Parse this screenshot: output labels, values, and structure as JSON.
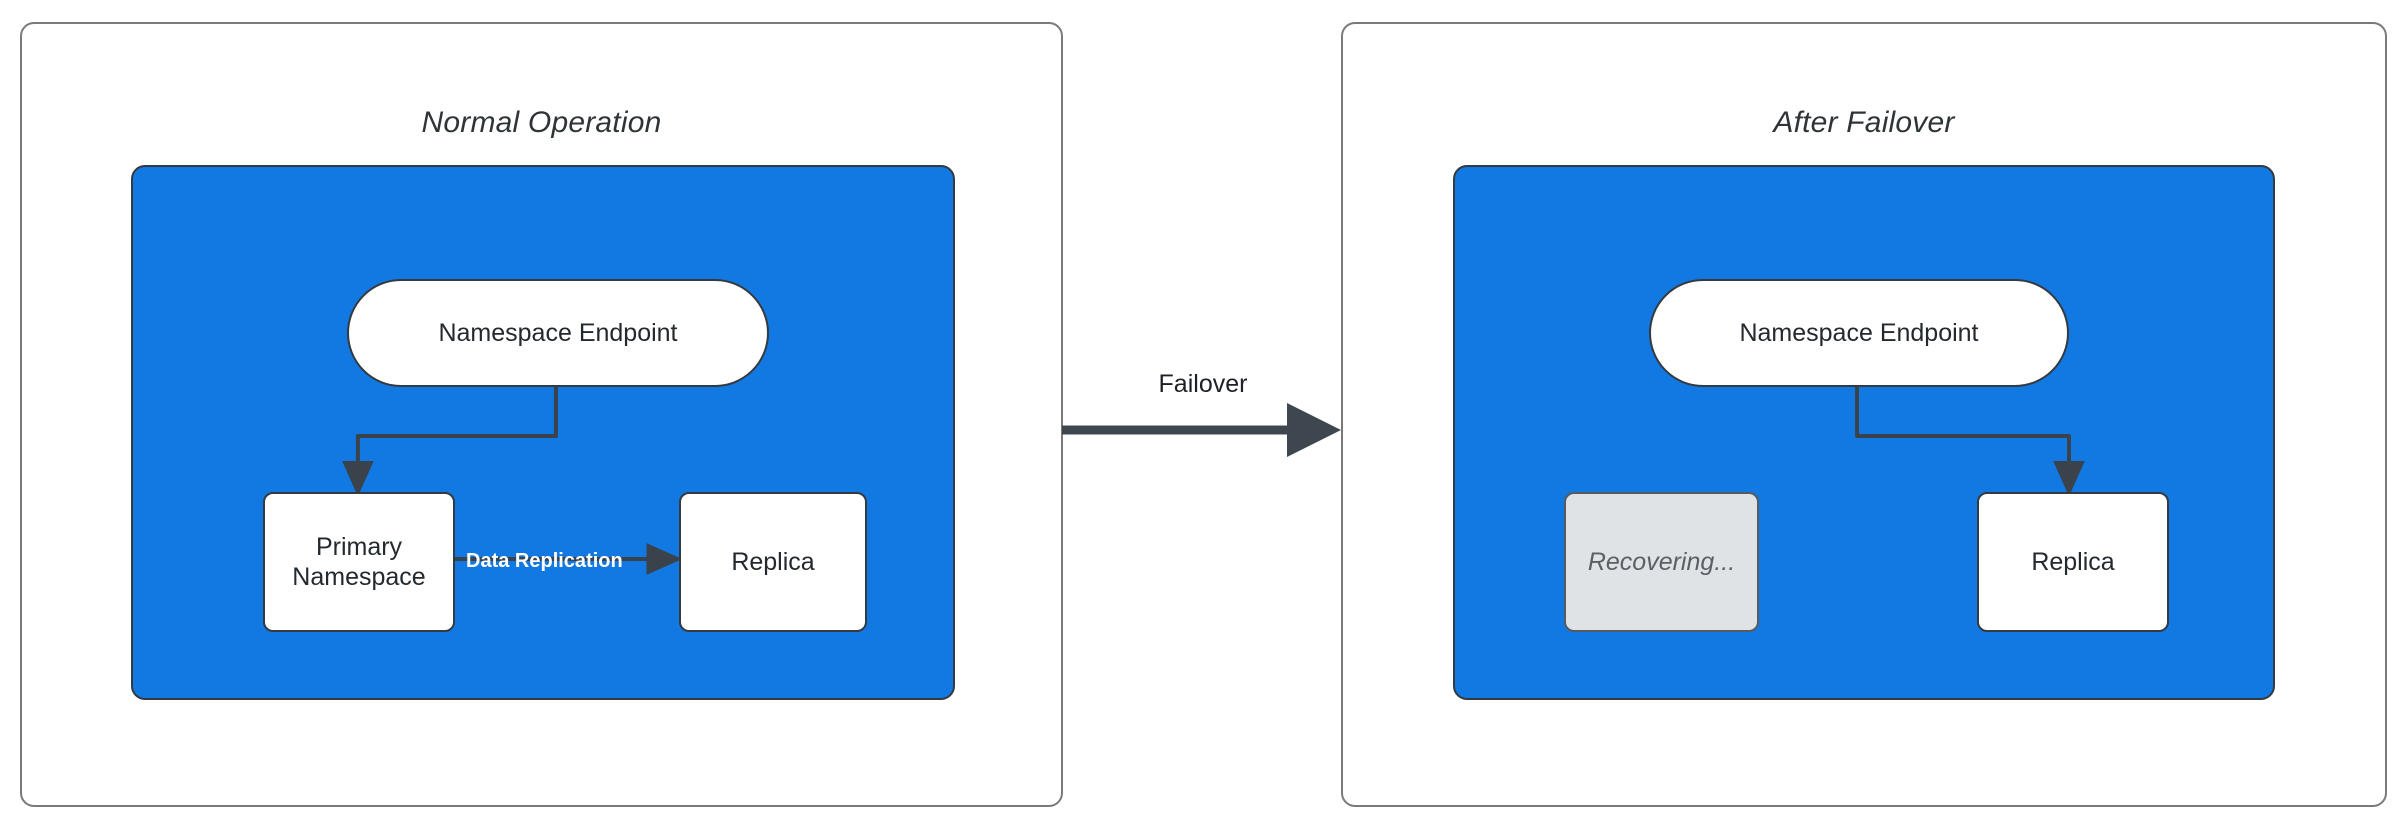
{
  "diagram": {
    "title_semantics": "namespace-failover-comparison",
    "colors": {
      "panel_border": "#7a7a7a",
      "container_fill": "#1379e2",
      "container_border": "#333a40",
      "node_fill": "#ffffff",
      "node_border": "#333a40",
      "muted_node_fill": "#e0e3e6",
      "muted_node_text": "#5a6065",
      "connector": "#3a434c",
      "edge_label_text": "#ffffff",
      "title_text": "#2f3437"
    }
  },
  "panels": [
    {
      "id": "normal-operation",
      "title": "Normal Operation",
      "nodes": [
        {
          "id": "endpoint",
          "label": "Namespace Endpoint",
          "shape": "pill",
          "state": "active"
        },
        {
          "id": "primary",
          "label": "Primary\nNamespace",
          "label_line1": "Primary",
          "label_line2": "Namespace",
          "shape": "rect",
          "state": "active"
        },
        {
          "id": "replica",
          "label": "Replica",
          "shape": "rect",
          "state": "active"
        }
      ],
      "edges": [
        {
          "from": "endpoint",
          "to": "primary",
          "label": ""
        },
        {
          "from": "primary",
          "to": "replica",
          "label": "Data Replication"
        }
      ]
    },
    {
      "id": "after-failover",
      "title": "After Failover",
      "nodes": [
        {
          "id": "endpoint",
          "label": "Namespace Endpoint",
          "shape": "pill",
          "state": "active"
        },
        {
          "id": "recovering",
          "label": "Recovering...",
          "shape": "rect",
          "state": "muted"
        },
        {
          "id": "replica",
          "label": "Replica",
          "shape": "rect",
          "state": "active"
        }
      ],
      "edges": [
        {
          "from": "endpoint",
          "to": "replica",
          "label": ""
        }
      ]
    }
  ],
  "transition": {
    "label": "Failover",
    "direction": "left-to-right"
  }
}
